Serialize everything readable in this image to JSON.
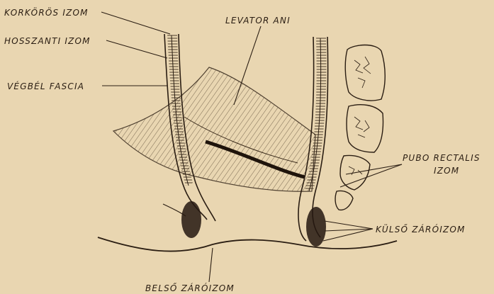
{
  "labels": {
    "korkoros_izom": "KORKÖRÖS IZOM",
    "hosszanti_izom": "HOSSZANTI IZOM",
    "vegbel_fascia": "VÉGBÉL FASCIA",
    "levator_ani": "LEVATOR ANI",
    "pubo_rectalis_1": "PUBO RECTALIS",
    "pubo_rectalis_2": "IZOM",
    "kulso_zaroizom": "KÜLSŐ ZÁRÓIZOM",
    "belso_zaroizom": "BELSŐ ZÁRÓIZOM"
  },
  "colors": {
    "paper": "#e9d6b1",
    "ink": "#2a1d12"
  }
}
